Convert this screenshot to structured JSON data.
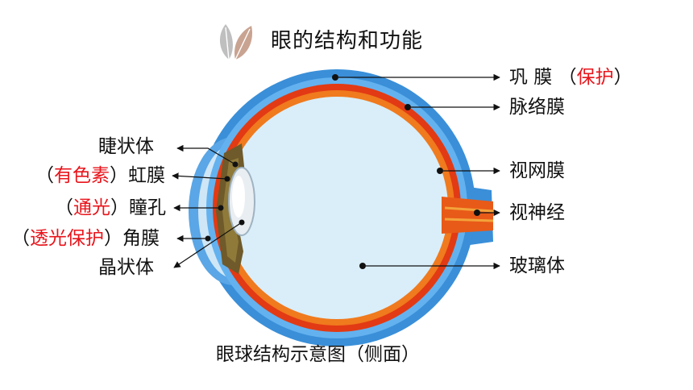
{
  "title": "眼的结构和功能",
  "caption": "眼球结构示意图（侧面）",
  "labels": {
    "sclera": {
      "name": "巩 膜",
      "open": "（",
      "note": "保护",
      "close": "）"
    },
    "choroid": {
      "name": "脉络膜"
    },
    "retina": {
      "name": "视网膜"
    },
    "optic_nerve": {
      "name": "视神经"
    },
    "vitreous": {
      "name": "玻璃体"
    },
    "ciliary_body": {
      "name": "睫状体"
    },
    "iris": {
      "open": "（",
      "note": "有色素",
      "close": "）",
      "name": "虹膜"
    },
    "pupil": {
      "open": "（",
      "note": "通光",
      "close": "）",
      "name": "瞳孔"
    },
    "cornea": {
      "open": "（",
      "note": "透光保护",
      "close": "）",
      "name": "角膜"
    },
    "lens": {
      "name": "晶状体"
    }
  },
  "colors": {
    "note_red": "#e8141b",
    "sclera_blue": "#3a8fd8",
    "choroid_red": "#e23a14",
    "vitreous": "#d9eef9"
  }
}
